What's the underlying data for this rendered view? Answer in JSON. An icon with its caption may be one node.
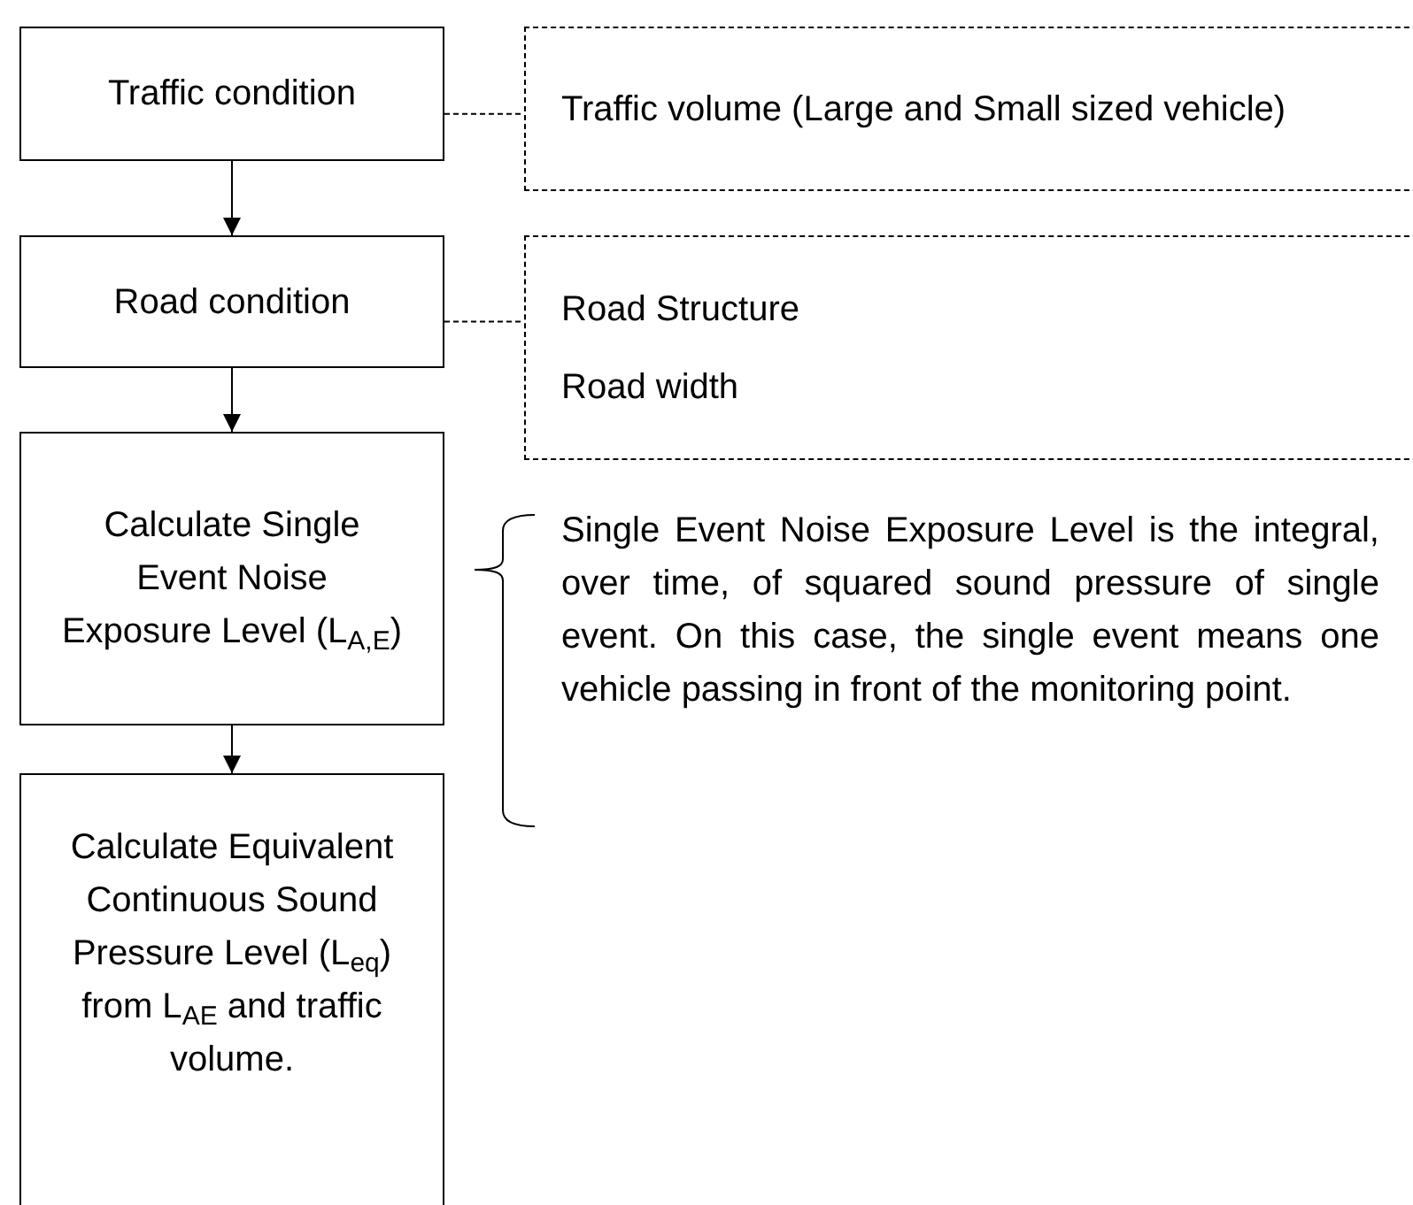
{
  "diagram": {
    "nodes": [
      {
        "text": [
          "Traffic condition"
        ]
      },
      {
        "text": [
          "Road condition"
        ]
      },
      {
        "text": [
          "Calculate Single Event Noise Exposure Level (L$_{A,E}$)"
        ]
      },
      {
        "text": [
          "Calculate Equivalent Continuous Sound Pressure Level (L$_{eq}$) from L$_{AE}$ and traffic volume."
        ]
      },
      {
        "text": [
          "Traffic volume (Large and Small sized vehicle)"
        ]
      },
      {
        "text": [
          "Road Structure",
          "Road width"
        ]
      }
    ],
    "edges": [
      {
        "from": 0,
        "to": 1,
        "arrow": "to"
      },
      {
        "from": 1,
        "to": 2,
        "arrow": "to"
      },
      {
        "from": 2,
        "to": 3,
        "arrow": "to"
      },
      {
        "from": 0,
        "to": 4,
        "arrow": "none",
        "style": "dashed"
      },
      {
        "from": 1,
        "to": 5,
        "arrow": "none",
        "style": "dashed"
      }
    ],
    "labels": [
      "Single Event Noise Exposure Level is the integral, over time, of squared sound pressure of single event. On this case, the single event means one vehicle passing in front of the monitoring point."
    ]
  }
}
